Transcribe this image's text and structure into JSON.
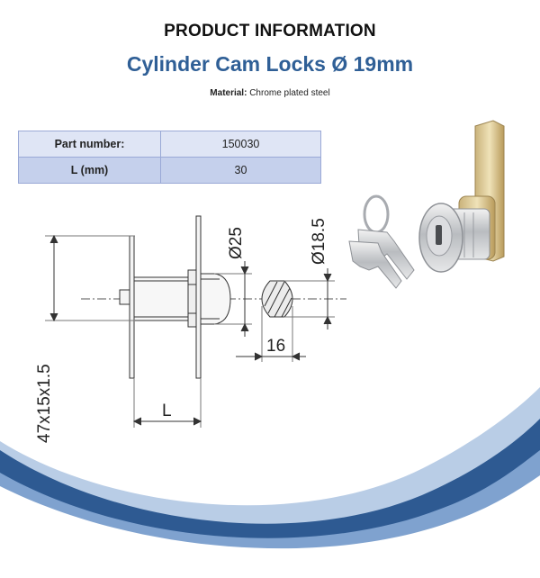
{
  "header": {
    "title": "PRODUCT INFORMATION",
    "product_name": "Cylinder Cam Locks Ø 19mm",
    "material_label": "Material:",
    "material_value": "Chrome plated steel"
  },
  "specs": {
    "rows": [
      {
        "label": "Part number:",
        "value": "150030"
      },
      {
        "label": "L (mm)",
        "value": "30"
      }
    ]
  },
  "drawing": {
    "dim_thread": "47x15x1.5",
    "dim_length": "L",
    "dim_head_diameter": "Ø25",
    "dim_cam_diameter": "Ø18.5",
    "dim_flat": "16"
  },
  "colors": {
    "title_blue": "#2f5f96",
    "table_row_light": "#dfe5f5",
    "table_row_dark": "#c5d0ec",
    "wave_dark": "#2e5a92",
    "wave_light": "#b9cde6"
  }
}
